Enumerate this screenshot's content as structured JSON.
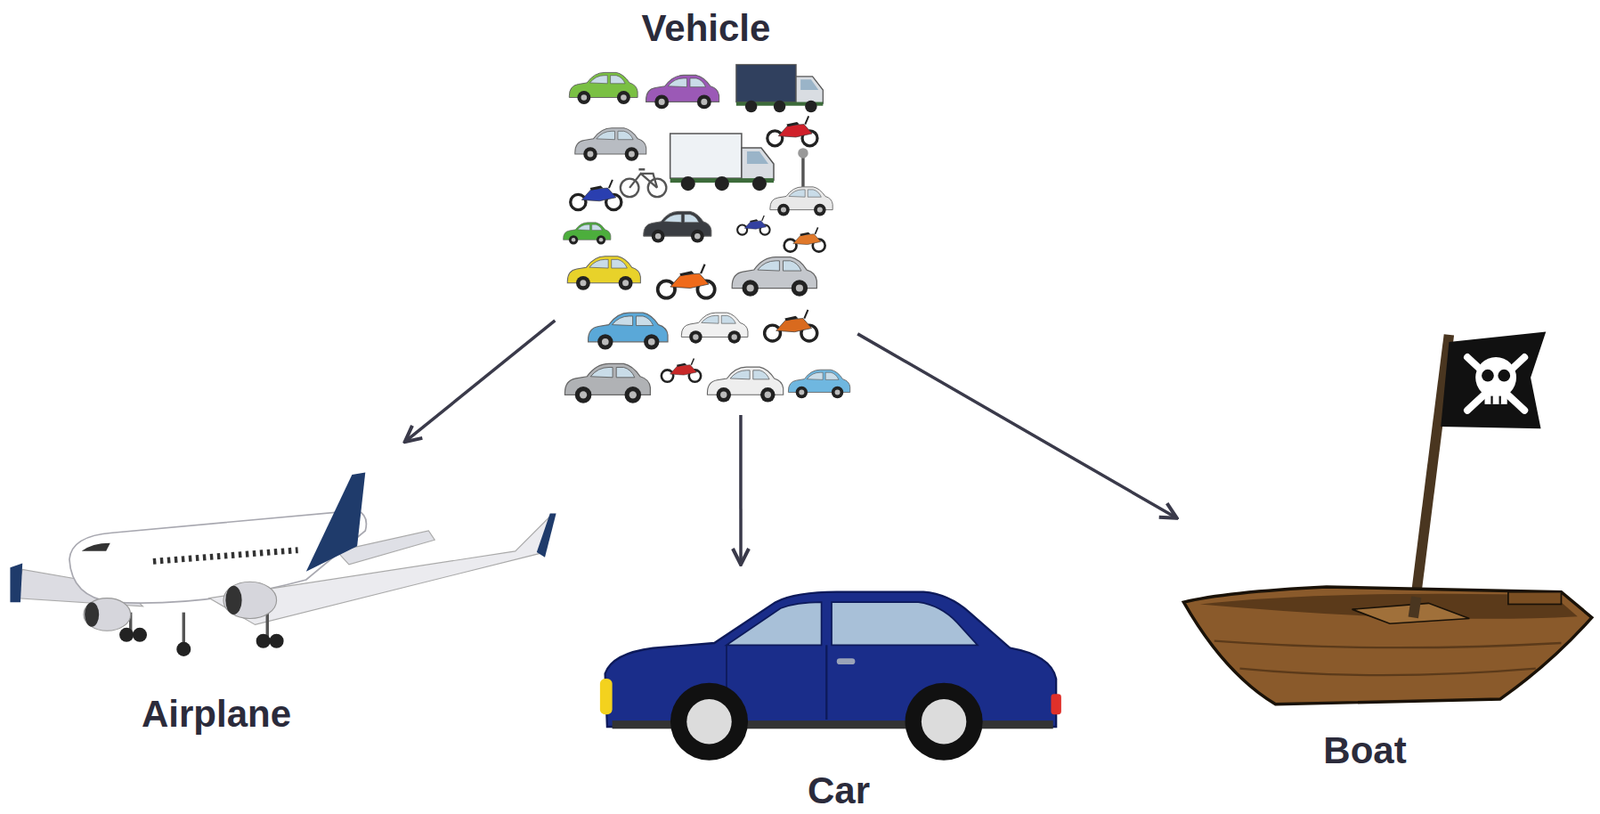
{
  "diagram": {
    "nodes": [
      {
        "text": [
          "Vehicle"
        ]
      },
      {
        "text": [
          "Airplane"
        ]
      },
      {
        "text": [
          "Car"
        ]
      },
      {
        "text": [
          "Boat"
        ]
      }
    ],
    "edges": [
      {
        "from": 0,
        "to": 1,
        "arrow": "to"
      },
      {
        "from": 0,
        "to": 2,
        "arrow": "to"
      },
      {
        "from": 0,
        "to": 3,
        "arrow": "to"
      }
    ]
  }
}
